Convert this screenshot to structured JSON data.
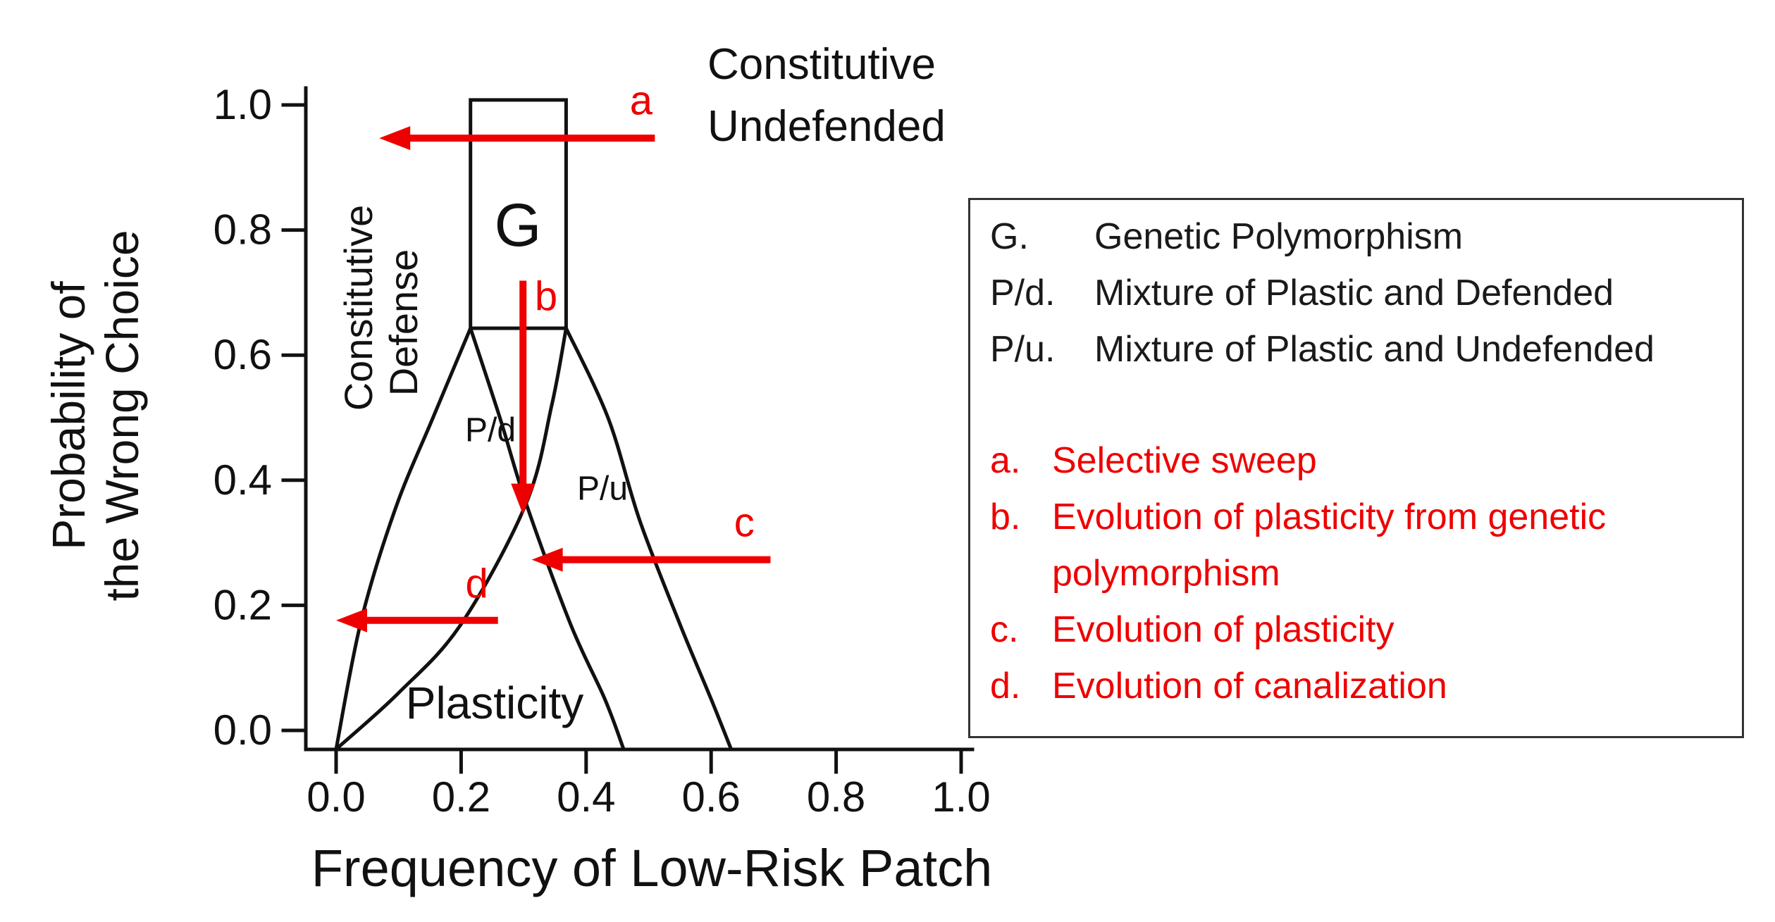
{
  "colors": {
    "red": "#ee0000",
    "ink": "#111111"
  },
  "chart_data": {
    "type": "line",
    "title": "",
    "xlabel": "Frequency of Low-Risk Patch",
    "ylabel_lines": [
      "Probability of",
      "the Wrong Choice"
    ],
    "xlim": [
      0,
      1
    ],
    "ylim": [
      0,
      1
    ],
    "grid": false,
    "xticks": {
      "values": [
        0,
        0.2,
        0.4,
        0.6,
        0.8,
        1.0
      ],
      "labels": [
        "0.0",
        "0.2",
        "0.4",
        "0.6",
        "0.8",
        "1.0"
      ]
    },
    "yticks": {
      "values": [
        0,
        0.2,
        0.4,
        0.6,
        0.8,
        1.0
      ],
      "labels": [
        "0.0",
        "0.2",
        "0.4",
        "0.6",
        "0.8",
        "1.0"
      ]
    },
    "region_labels": {
      "g": "G",
      "pd": "P/d",
      "pu": "P/u",
      "plasticity": "Plasticity",
      "constitutive_defense_lines": [
        "Constitutive",
        "Defense"
      ],
      "constitutive_undefended_lines": [
        "Constitutive",
        "Undefended"
      ]
    },
    "g_box": {
      "x": [
        0.215,
        0.368
      ],
      "y": [
        0.643,
        1.008
      ]
    },
    "boundary_curves": [
      {
        "id": "constitutive-defense-boundary",
        "points": [
          [
            0.215,
            0.643
          ],
          [
            0.155,
            0.5
          ],
          [
            0.095,
            0.355
          ],
          [
            0.04,
            0.175
          ],
          [
            0.0,
            -0.03
          ]
        ]
      },
      {
        "id": "pd-plasticity-boundary",
        "points": [
          [
            0.368,
            0.643
          ],
          [
            0.345,
            0.52
          ],
          [
            0.304,
            0.363
          ],
          [
            0.2,
            0.17
          ],
          [
            0.1,
            0.06
          ],
          [
            0.0,
            -0.03
          ]
        ]
      },
      {
        "id": "plasticity-pu-boundary",
        "points": [
          [
            0.215,
            0.643
          ],
          [
            0.262,
            0.5
          ],
          [
            0.304,
            0.363
          ],
          [
            0.375,
            0.17
          ],
          [
            0.43,
            0.05
          ],
          [
            0.46,
            -0.03
          ]
        ]
      },
      {
        "id": "pu-undefended-boundary",
        "points": [
          [
            0.368,
            0.643
          ],
          [
            0.435,
            0.5
          ],
          [
            0.486,
            0.335
          ],
          [
            0.55,
            0.17
          ],
          [
            0.6,
            0.05
          ],
          [
            0.632,
            -0.03
          ]
        ]
      }
    ],
    "arrows": [
      {
        "id": "a",
        "label": "a",
        "from": [
          0.51,
          0.947
        ],
        "to": [
          0.069,
          0.947
        ],
        "label_pos": [
          0.488,
          0.985
        ]
      },
      {
        "id": "b",
        "label": "b",
        "from": [
          0.299,
          0.719
        ],
        "to": [
          0.299,
          0.345
        ],
        "label_pos": [
          0.336,
          0.672
        ]
      },
      {
        "id": "c",
        "label": "c",
        "from": [
          0.695,
          0.273
        ],
        "to": [
          0.313,
          0.273
        ],
        "label_pos": [
          0.653,
          0.31
        ]
      },
      {
        "id": "d",
        "label": "d",
        "from": [
          0.259,
          0.176
        ],
        "to": [
          0.0,
          0.176
        ],
        "label_pos": [
          0.225,
          0.212
        ]
      }
    ]
  },
  "legend": {
    "definitions": [
      {
        "key": "G.",
        "text": "Genetic Polymorphism"
      },
      {
        "key": "P/d.",
        "text": "Mixture of Plastic and Defended"
      },
      {
        "key": "P/u.",
        "text": "Mixture of Plastic and Undefended"
      }
    ],
    "processes": [
      {
        "key": "a.",
        "text": "Selective sweep"
      },
      {
        "key": "b.",
        "text": "Evolution of plasticity from genetic",
        "text2": "polymorphism"
      },
      {
        "key": "c.",
        "text": "Evolution of plasticity"
      },
      {
        "key": "d.",
        "text": "Evolution of canalization"
      }
    ]
  }
}
